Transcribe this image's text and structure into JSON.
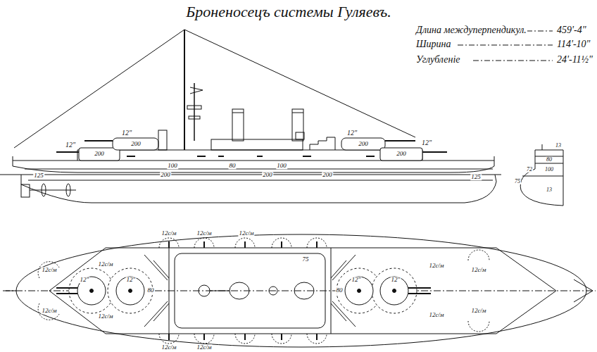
{
  "diagram": {
    "title": "Броненосецъ системы Гуляевъ.",
    "labels": [
      "Длина междуперпендикул.",
      "459'-4\"",
      "Ширина",
      "114'-10\"",
      "Углубленіе",
      "24'-11½\"",
      "12\"",
      "12\"",
      "12\"",
      "12\"",
      "200",
      "200",
      "200",
      "200",
      "100",
      "80",
      "100",
      "125",
      "200",
      "200",
      "200",
      "125",
      "13",
      "80",
      "100",
      "72",
      "75",
      "13",
      "75",
      "12\"",
      "12\"",
      "12\"",
      "12\"",
      "80",
      "80",
      "12с/м",
      "12с/м",
      "12с/м",
      "12с/м",
      "12с/м",
      "12с/м",
      "12с/м",
      "12с/м",
      "12с/м",
      "12с/м",
      "12с/м",
      "12с/м",
      "12с/м"
    ]
  }
}
